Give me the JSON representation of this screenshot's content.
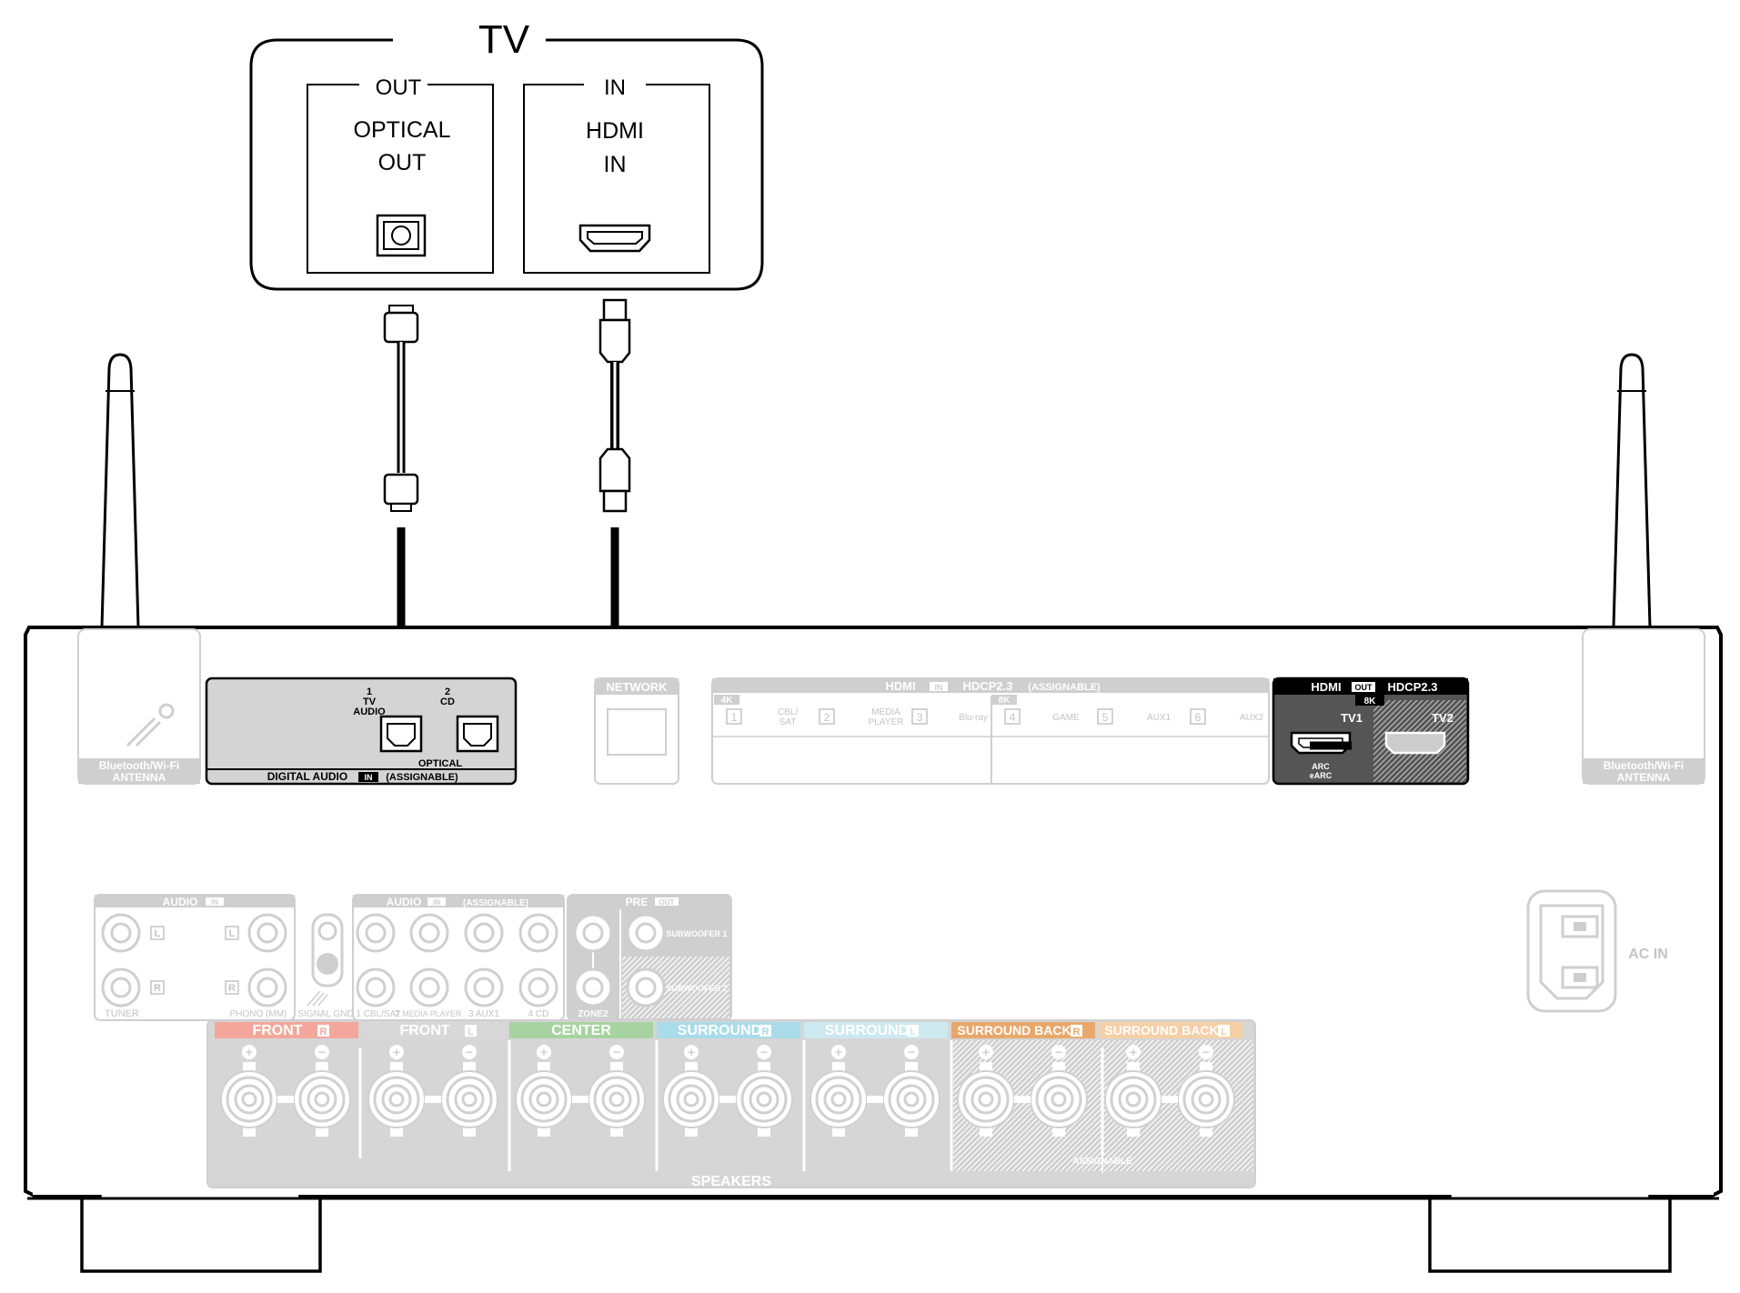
{
  "tv": {
    "title": "TV",
    "out_group": "OUT",
    "in_group": "IN",
    "optical_line1": "OPTICAL",
    "optical_line2": "OUT",
    "hdmi_line1": "HDMI",
    "hdmi_line2": "IN"
  },
  "receiver": {
    "antenna_label_line1": "Bluetooth/Wi-Fi",
    "antenna_label_line2": "ANTENNA",
    "digital_audio": {
      "jack1_num": "1",
      "jack1_line1": "TV",
      "jack1_line2": "AUDIO",
      "jack2_num": "2",
      "jack2_name": "CD",
      "optical": "OPTICAL",
      "footer_left": "DIGITAL AUDIO",
      "footer_badge": "IN",
      "footer_right": "(ASSIGNABLE)"
    },
    "network": "NETWORK",
    "hdmi_in": {
      "title": "HDMI",
      "badge": "IN",
      "hdcp": "HDCP2.3",
      "assignable": "(ASSIGNABLE)",
      "tag_4k": "4K",
      "tag_8k": "8K",
      "inputs": [
        {
          "num": "1",
          "name": "CBL/\nSAT"
        },
        {
          "num": "2",
          "name": "MEDIA\nPLAYER"
        },
        {
          "num": "3",
          "name": "Blu-ray"
        },
        {
          "num": "4",
          "name": "GAME"
        },
        {
          "num": "5",
          "name": "AUX1"
        },
        {
          "num": "6",
          "name": "AUX2"
        }
      ]
    },
    "hdmi_out": {
      "title": "HDMI",
      "badge": "OUT",
      "hdcp": "HDCP2.3",
      "tag_8k": "8K",
      "tv1": "TV1",
      "tv2": "TV2",
      "arc": "ARC",
      "earc": "eARC"
    },
    "audio_in": {
      "title": "AUDIO",
      "badge": "IN",
      "tuner": "TUNER",
      "phono": "PHONO (MM)",
      "l": "L",
      "r": "R"
    },
    "signal_gnd": "SIGNAL GND",
    "audio_in_assignable": {
      "title": "AUDIO",
      "badge": "IN",
      "assignable": "(ASSIGNABLE)",
      "labels": [
        "1 CBL/SAT",
        "2 MEDIA PLAYER",
        "3 AUX1",
        "4 CD"
      ]
    },
    "pre_out": {
      "title": "PRE",
      "badge": "OUT",
      "sub1": "SUBWOOFER 1",
      "sub2": "SUBWOOFER 2",
      "zone2": "ZONE2"
    },
    "ac_in": "AC IN",
    "speakers": {
      "footer": "SPEAKERS",
      "assignable": "ASSIGNABLE",
      "plus": "+",
      "minus": "−",
      "groups": [
        {
          "label": "FRONT",
          "side": "R"
        },
        {
          "label": "FRONT",
          "side": "L"
        },
        {
          "label": "CENTER",
          "side": ""
        },
        {
          "label": "SURROUND",
          "side": "R"
        },
        {
          "label": "SURROUND",
          "side": "L"
        },
        {
          "label": "SURROUND BACK",
          "side": "R"
        },
        {
          "label": "SURROUND BACK",
          "side": "L"
        }
      ]
    }
  },
  "colors": {
    "ink": "#000000",
    "faded": "#cfcfcf",
    "faded_text": "#c4c4c4",
    "active_panel": "#d4d4d4",
    "front_r": "#f3a79b",
    "front_l": "#d8d8d8",
    "center": "#a7d3a0",
    "surround_r": "#a9dbe9",
    "surround_l": "#cce9ef",
    "surround_back_r": "#e8a86b",
    "surround_back_l": "#f5cfa6"
  }
}
